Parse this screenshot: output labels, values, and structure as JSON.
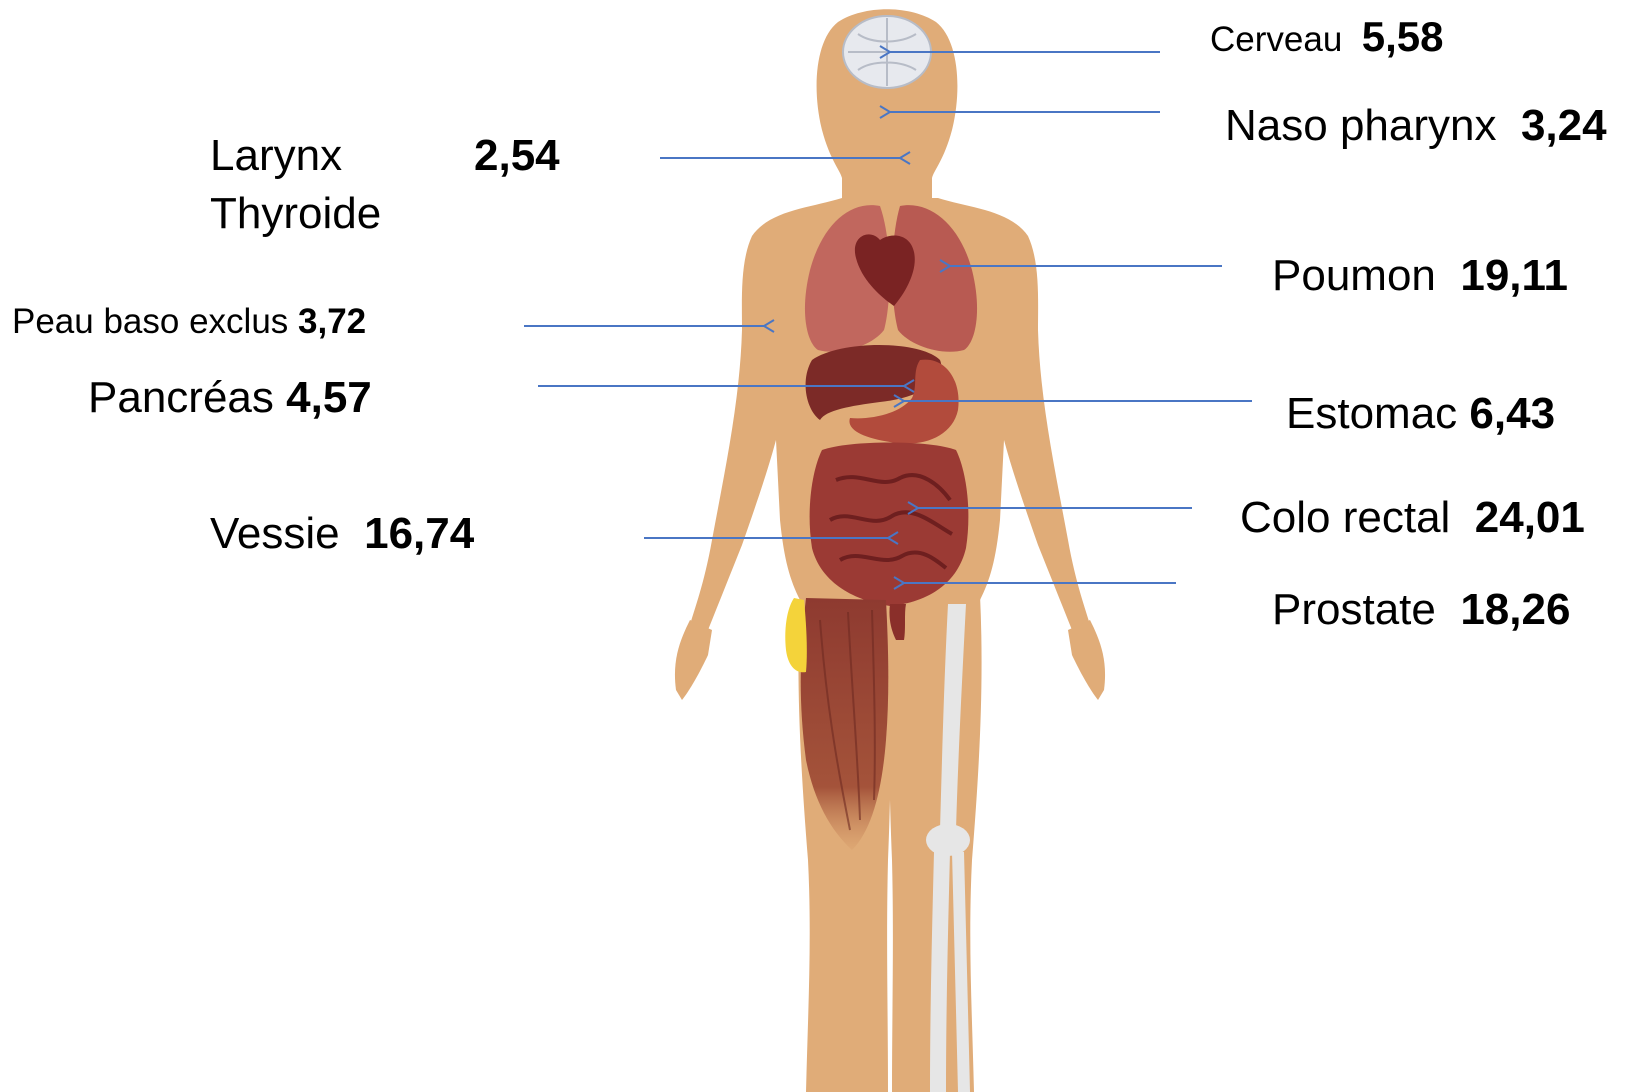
{
  "colors": {
    "skin": "#e0ac78",
    "skin_shadow": "#c98f5c",
    "organ": "#9b3a34",
    "organ_dark": "#6e1f1f",
    "lung": "#c1675e",
    "bone": "#e6e6e6",
    "fat": "#f4d33a",
    "arrow": "#4a76c4"
  },
  "labels": {
    "cerveau": {
      "name": "Cerveau",
      "value": "5,58"
    },
    "naso": {
      "name": "Naso pharynx",
      "value": "3,24"
    },
    "larynx": {
      "name_line1": "Larynx",
      "name_line2": "Thyroide",
      "value": "2,54"
    },
    "poumon": {
      "name": "Poumon",
      "value": "19,11"
    },
    "peau": {
      "name": "Peau baso exclus",
      "value": "3,72"
    },
    "pancreas": {
      "name": "Pancréas",
      "value": "4,57"
    },
    "estomac": {
      "name": "Estomac",
      "value": "6,43"
    },
    "colo": {
      "name": "Colo rectal",
      "value": "24,01"
    },
    "vessie": {
      "name": "Vessie",
      "value": "16,74"
    },
    "prostate": {
      "name": "Prostate",
      "value": "18,26"
    }
  },
  "icons": [
    "brain-icon",
    "lungs-icon",
    "heart-icon",
    "liver-icon",
    "stomach-icon",
    "intestine-icon",
    "muscle-icon",
    "bone-icon"
  ]
}
